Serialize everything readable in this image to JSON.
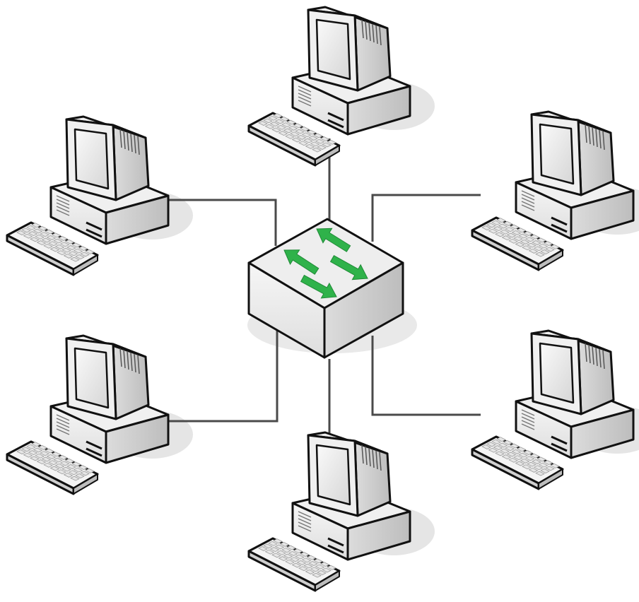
{
  "diagram": {
    "kind": "star-network-topology",
    "hub": {
      "device": "network-switch",
      "icon": "switch-arrows-icon",
      "arrow_color": "#2fb24a"
    },
    "nodes": [
      {
        "id": "computer-top",
        "device": "desktop-computer"
      },
      {
        "id": "computer-upper-left",
        "device": "desktop-computer"
      },
      {
        "id": "computer-upper-right",
        "device": "desktop-computer"
      },
      {
        "id": "computer-lower-left",
        "device": "desktop-computer"
      },
      {
        "id": "computer-lower-right",
        "device": "desktop-computer"
      },
      {
        "id": "computer-bottom",
        "device": "desktop-computer"
      }
    ],
    "links": [
      {
        "from": "switch",
        "to": "computer-top"
      },
      {
        "from": "switch",
        "to": "computer-upper-left"
      },
      {
        "from": "switch",
        "to": "computer-upper-right"
      },
      {
        "from": "switch",
        "to": "computer-lower-left"
      },
      {
        "from": "switch",
        "to": "computer-lower-right"
      },
      {
        "from": "switch",
        "to": "computer-bottom"
      }
    ],
    "colors": {
      "cable": "#4a4a4a",
      "device_body": "#f0f0f0",
      "outline": "#111111",
      "screen": "#e4e4e4",
      "shadow": "#cfcfcf"
    }
  }
}
